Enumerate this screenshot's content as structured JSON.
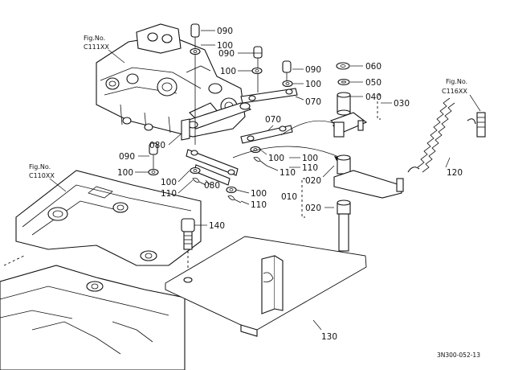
{
  "figure_refs": {
    "c111": {
      "line1": "Fig.No.",
      "line2": "C111XX"
    },
    "c110": {
      "line1": "Fig.No.",
      "line2": "C110XX"
    },
    "c116": {
      "line1": "Fig.No.",
      "line2": "C116XX"
    }
  },
  "parts": [
    {
      "id": "090a",
      "text": "090"
    },
    {
      "id": "100a",
      "text": "100"
    },
    {
      "id": "090b",
      "text": "090"
    },
    {
      "id": "100b",
      "text": "100"
    },
    {
      "id": "090c",
      "text": "090"
    },
    {
      "id": "100c",
      "text": "100"
    },
    {
      "id": "070a",
      "text": "070"
    },
    {
      "id": "060",
      "text": "060"
    },
    {
      "id": "050",
      "text": "050"
    },
    {
      "id": "040",
      "text": "040"
    },
    {
      "id": "030",
      "text": "030"
    },
    {
      "id": "070b",
      "text": "070"
    },
    {
      "id": "080a",
      "text": "080"
    },
    {
      "id": "090d",
      "text": "090"
    },
    {
      "id": "100d",
      "text": "100"
    },
    {
      "id": "100e",
      "text": "100"
    },
    {
      "id": "110a",
      "text": "110"
    },
    {
      "id": "100f",
      "text": "100"
    },
    {
      "id": "110b",
      "text": "110"
    },
    {
      "id": "100g",
      "text": "100"
    },
    {
      "id": "110c",
      "text": "110"
    },
    {
      "id": "080b",
      "text": "080"
    },
    {
      "id": "100h",
      "text": "100"
    },
    {
      "id": "110d",
      "text": "110"
    },
    {
      "id": "020a",
      "text": "020"
    },
    {
      "id": "010",
      "text": "010"
    },
    {
      "id": "020b",
      "text": "020"
    },
    {
      "id": "120",
      "text": "120"
    },
    {
      "id": "140",
      "text": "140"
    },
    {
      "id": "130",
      "text": "130"
    }
  ],
  "drawing_code": "3N300-052-13"
}
